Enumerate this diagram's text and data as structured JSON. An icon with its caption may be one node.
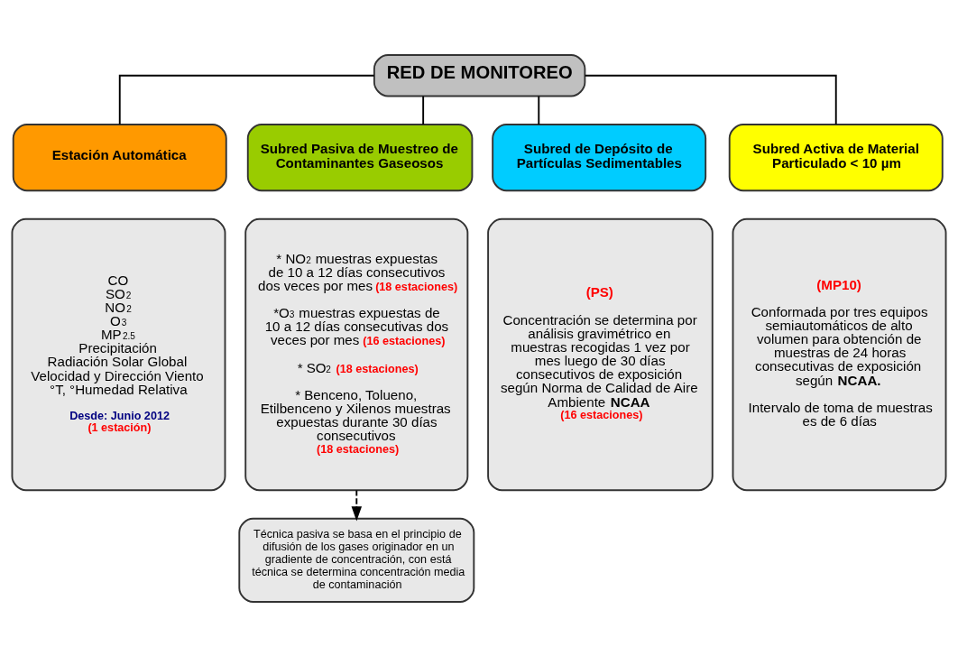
{
  "diagram": {
    "nodes": [
      {
        "text": [
          "RED DE MONITOREO"
        ]
      },
      {
        "text": [
          "Estación Automática"
        ]
      },
      {
        "text": [
          "Subred Pasiva de Muestreo de Contaminantes Gaseosos"
        ]
      },
      {
        "text": [
          "Subred de Depósito de Partículas Sedimentables"
        ]
      },
      {
        "text": [
          "Subred Activa de Material Particulado < 10 µm"
        ]
      },
      {
        "text": [
          "CO",
          "SO$_{2}$",
          "NO$_{2}$",
          "O$_{3}$",
          "MP$_{2.5}$",
          "Precipitación",
          "Radiación Solar Global",
          "Velocidad y Dirección Viento",
          "°T, °Humedad Relativa",
          "Desde: Junio 2012",
          "(1 estación)"
        ]
      },
      {
        "text": [
          "* NO$_{2}$ muestras expuestas de 10 a 12 días consecutivos dos veces por mes",
          "(18 estaciones)",
          "*O$_{3}$ muestras expuestas de 10 a 12 días consecutivas dos veces por mes",
          "(16 estaciones)",
          "* SO$_{2}$",
          "(18 estaciones)",
          "* Benceno, Tolueno, Etilbenceno y Xilenos muestras expuestas durante 30 días consecutivos",
          "(18 estaciones)"
        ]
      },
      {
        "text": [
          "(PS)",
          "Concentración se determina por análisis gravimétrico en muestras recogidas 1 vez por mes luego de 30 días consecutivos de exposición según Norma de Calidad de Aire Ambiente **NCAA**",
          "(16 estaciones)"
        ]
      },
      {
        "text": [
          "(MP10)",
          "Conformada por tres equipos semiautomáticos de alto volumen para obtención de muestras de 24 horas consecutivas de exposición según **NCAA.**",
          "Intervalo de toma de muestras es de 6 días"
        ]
      },
      {
        "text": [
          "Técnica pasiva se basa en el principio de difusión de los gases originador en un gradiente de concentración, con está técnica se determina concentración media de contaminación"
        ]
      }
    ],
    "edges": [
      {
        "from": 0,
        "to": 1,
        "arrow": "none"
      },
      {
        "from": 0,
        "to": 2,
        "arrow": "none"
      },
      {
        "from": 0,
        "to": 3,
        "arrow": "none"
      },
      {
        "from": 0,
        "to": 4,
        "arrow": "none"
      },
      {
        "from": 6,
        "to": 9,
        "arrow": "to",
        "style": "dashed"
      }
    ]
  }
}
